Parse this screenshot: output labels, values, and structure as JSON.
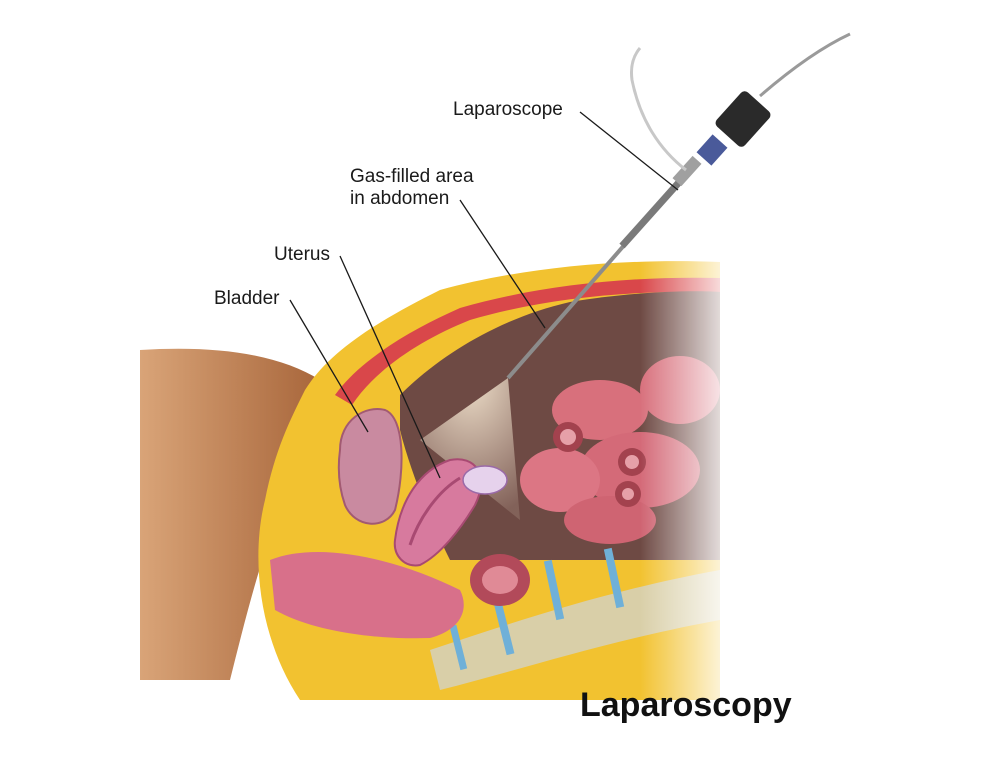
{
  "title": "Laparoscopy",
  "labels": {
    "laparoscope": "Laparoscope",
    "gas_filled_line1": "Gas-filled area",
    "gas_filled_line2": "in abdomen",
    "uterus": "Uterus",
    "bladder": "Bladder"
  },
  "colors": {
    "skin": "#c48553",
    "fat": "#f2c230",
    "muscle": "#d9474a",
    "cavity": "#6e4a44",
    "intestine": "#d8707c",
    "uterus": "#d77a9e",
    "bladder": "#c98aa0",
    "spine": "#d9cfa8",
    "disc": "#6fb0d8",
    "instrument": "#9a9a9a"
  }
}
